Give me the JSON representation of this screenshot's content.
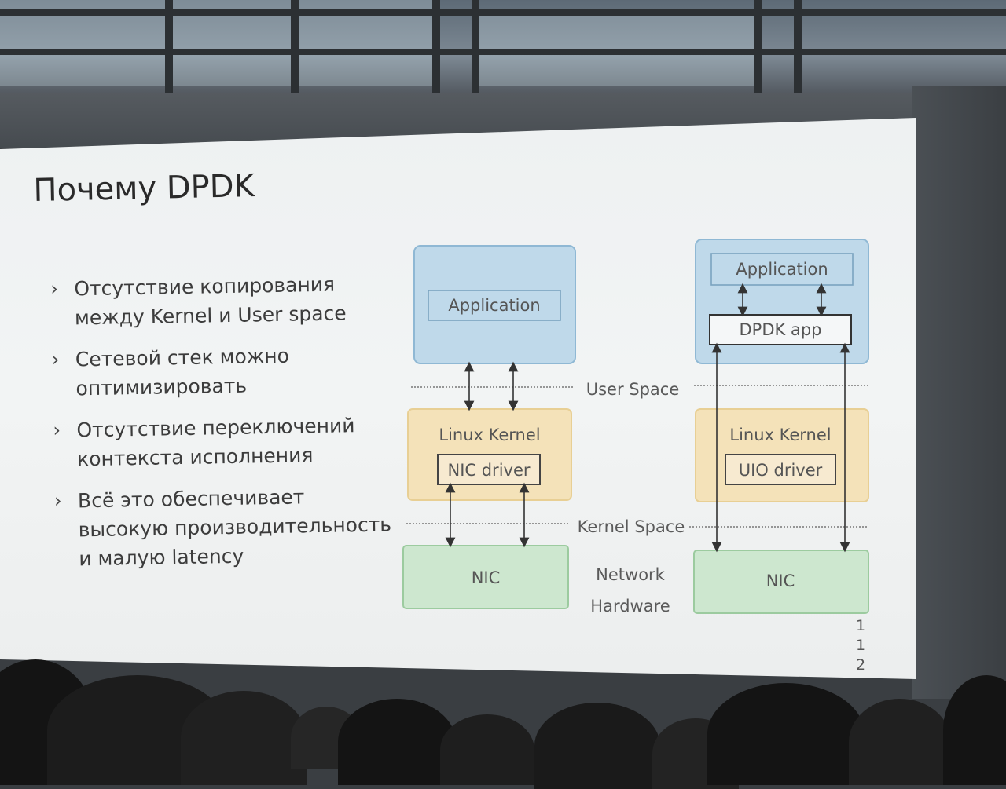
{
  "slide": {
    "title": "Почему DPDK",
    "bullets": [
      "Отсутствие копирования между Kernel и User space",
      "Сетевой стек можно оптимизировать",
      "Отсутствие переключений контекста исполнения",
      "Всё это обеспечивает высокую производительность и малую latency"
    ],
    "bullet_icon": "chevron-right-icon",
    "page_number_digits": [
      "1",
      "1",
      "2"
    ]
  },
  "diagram": {
    "layers": {
      "user_space": "User Space",
      "kernel_space": "Kernel Space",
      "network_hardware_line1": "Network",
      "network_hardware_line2": "Hardware"
    },
    "left_stack": {
      "application": "Application",
      "kernel": "Linux Kernel",
      "driver": "NIC driver",
      "nic": "NIC"
    },
    "right_stack": {
      "application": "Application",
      "dpdk_app": "DPDK app",
      "kernel": "Linux Kernel",
      "driver": "UIO driver",
      "nic": "NIC"
    },
    "colors": {
      "user_space_fill": "#bfd9ea",
      "user_space_stroke": "#8fb8d4",
      "kernel_fill": "#f4e2b9",
      "kernel_stroke": "#e8cf94",
      "nic_fill": "#cde7cf",
      "nic_stroke": "#9ccb9f"
    }
  }
}
